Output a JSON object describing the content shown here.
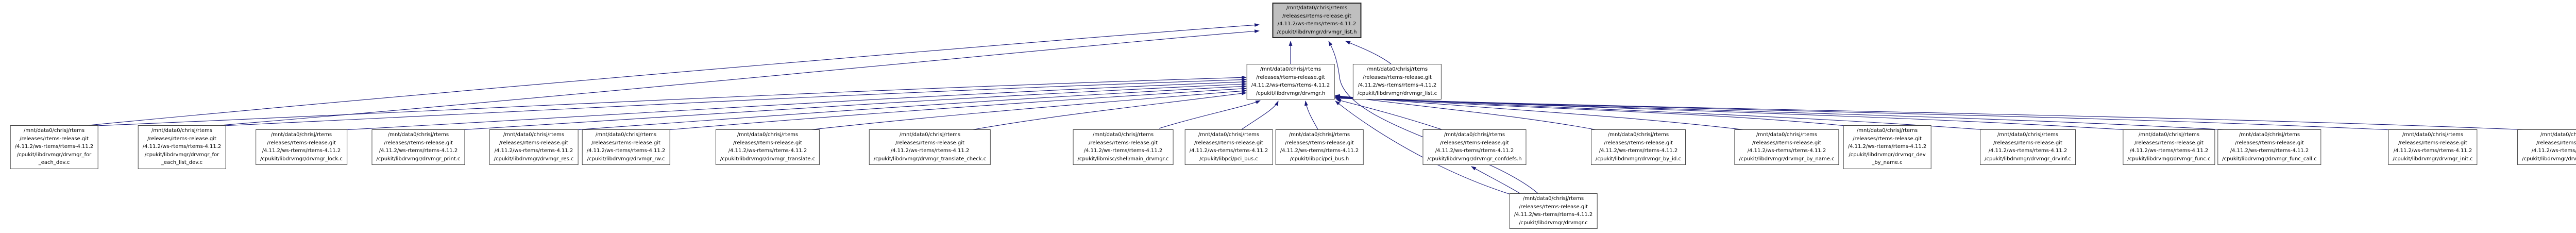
{
  "diagram": {
    "type": "doxygen-included-by-graph",
    "edge_color": "#1a1a7a",
    "node_bg": "#ffffff",
    "node_border_color": "#414141",
    "highlight_bg": "#bfbfbf",
    "base_path_lines": [
      "/mnt/data0/chrisj/rtems",
      "/releases/rtems-release.git",
      "/4.11.2/ws-rtems/rtems-4.11.2"
    ],
    "nodes": [
      {
        "id": "list_h",
        "highlighted": true,
        "label_lines": [
          "/cpukit/libdrvmgr/drvmgr_list.h"
        ]
      },
      {
        "id": "drvmgr_h",
        "highlighted": false,
        "label_lines": [
          "/cpukit/libdrvmgr/drvmgr.h"
        ]
      },
      {
        "id": "list_c",
        "highlighted": false,
        "label_lines": [
          "/cpukit/libdrvmgr/drvmgr_list.c"
        ]
      },
      {
        "id": "for_each_dev_c",
        "highlighted": false,
        "label_lines": [
          "/cpukit/libdrvmgr/drvmgr_for",
          "_each_dev.c"
        ]
      },
      {
        "id": "for_each_list_dev_c",
        "highlighted": false,
        "label_lines": [
          "/cpukit/libdrvmgr/drvmgr_for",
          "_each_list_dev.c"
        ]
      },
      {
        "id": "lock_c",
        "highlighted": false,
        "label_lines": [
          "/cpukit/libdrvmgr/drvmgr_lock.c"
        ]
      },
      {
        "id": "print_c",
        "highlighted": false,
        "label_lines": [
          "/cpukit/libdrvmgr/drvmgr_print.c"
        ]
      },
      {
        "id": "res_c",
        "highlighted": false,
        "label_lines": [
          "/cpukit/libdrvmgr/drvmgr_res.c"
        ]
      },
      {
        "id": "rw_c",
        "highlighted": false,
        "label_lines": [
          "/cpukit/libdrvmgr/drvmgr_rw.c"
        ]
      },
      {
        "id": "translate_c",
        "highlighted": false,
        "label_lines": [
          "/cpukit/libdrvmgr/drvmgr_translate.c"
        ]
      },
      {
        "id": "translate_check_c",
        "highlighted": false,
        "label_lines": [
          "/cpukit/libdrvmgr/drvmgr_translate_check.c"
        ]
      },
      {
        "id": "main_drvmgr_c",
        "highlighted": false,
        "label_lines": [
          "/cpukit/libmisc/shell/main_drvmgr.c"
        ]
      },
      {
        "id": "pci_bus_c",
        "highlighted": false,
        "label_lines": [
          "/cpukit/libpci/pci_bus.c"
        ]
      },
      {
        "id": "pci_bus_h",
        "highlighted": false,
        "label_lines": [
          "/cpukit/libpci/pci_bus.h"
        ]
      },
      {
        "id": "confdefs_h",
        "highlighted": false,
        "label_lines": [
          "/cpukit/libdrvmgr/drvmgr_confdefs.h"
        ]
      },
      {
        "id": "by_id_c",
        "highlighted": false,
        "label_lines": [
          "/cpukit/libdrvmgr/drvmgr_by_id.c"
        ]
      },
      {
        "id": "by_name_c",
        "highlighted": false,
        "label_lines": [
          "/cpukit/libdrvmgr/drvmgr_by_name.c"
        ]
      },
      {
        "id": "dev_by_name_c",
        "highlighted": false,
        "label_lines": [
          "/cpukit/libdrvmgr/drvmgr_dev",
          "_by_name.c"
        ]
      },
      {
        "id": "drvinf_c",
        "highlighted": false,
        "label_lines": [
          "/cpukit/libdrvmgr/drvmgr_drvinf.c"
        ]
      },
      {
        "id": "func_c",
        "highlighted": false,
        "label_lines": [
          "/cpukit/libdrvmgr/drvmgr_func.c"
        ]
      },
      {
        "id": "func_call_c",
        "highlighted": false,
        "label_lines": [
          "/cpukit/libdrvmgr/drvmgr_func_call.c"
        ]
      },
      {
        "id": "init_c",
        "highlighted": false,
        "label_lines": [
          "/cpukit/libdrvmgr/drvmgr_init.c"
        ]
      },
      {
        "id": "unregister_c",
        "highlighted": false,
        "label_lines": [
          "/cpukit/libdrvmgr/drvmgr_unregister.c"
        ]
      },
      {
        "id": "drvmgr_c",
        "highlighted": false,
        "label_lines": [
          "/cpukit/libdrvmgr/drvmgr.c"
        ]
      }
    ],
    "edges": [
      {
        "from": "for_each_dev_c",
        "to": "drvmgr_h"
      },
      {
        "from": "for_each_list_dev_c",
        "to": "drvmgr_h"
      },
      {
        "from": "lock_c",
        "to": "drvmgr_h"
      },
      {
        "from": "print_c",
        "to": "drvmgr_h"
      },
      {
        "from": "res_c",
        "to": "drvmgr_h"
      },
      {
        "from": "rw_c",
        "to": "drvmgr_h"
      },
      {
        "from": "translate_c",
        "to": "drvmgr_h"
      },
      {
        "from": "translate_check_c",
        "to": "drvmgr_h"
      },
      {
        "from": "main_drvmgr_c",
        "to": "drvmgr_h"
      },
      {
        "from": "pci_bus_c",
        "to": "drvmgr_h"
      },
      {
        "from": "pci_bus_h",
        "to": "drvmgr_h"
      },
      {
        "from": "confdefs_h",
        "to": "drvmgr_h"
      },
      {
        "from": "by_id_c",
        "to": "drvmgr_h"
      },
      {
        "from": "by_name_c",
        "to": "drvmgr_h"
      },
      {
        "from": "dev_by_name_c",
        "to": "drvmgr_h"
      },
      {
        "from": "drvinf_c",
        "to": "drvmgr_h"
      },
      {
        "from": "func_c",
        "to": "drvmgr_h"
      },
      {
        "from": "func_call_c",
        "to": "drvmgr_h"
      },
      {
        "from": "init_c",
        "to": "drvmgr_h"
      },
      {
        "from": "unregister_c",
        "to": "drvmgr_h"
      },
      {
        "from": "drvmgr_c",
        "to": "drvmgr_h"
      },
      {
        "from": "drvmgr_h",
        "to": "list_h"
      },
      {
        "from": "list_c",
        "to": "list_h"
      },
      {
        "from": "drvmgr_c",
        "to": "list_h"
      },
      {
        "from": "for_each_dev_c",
        "to": "list_h"
      },
      {
        "from": "for_each_list_dev_c",
        "to": "list_h"
      },
      {
        "from": "drvmgr_c",
        "to": "confdefs_h"
      }
    ]
  }
}
